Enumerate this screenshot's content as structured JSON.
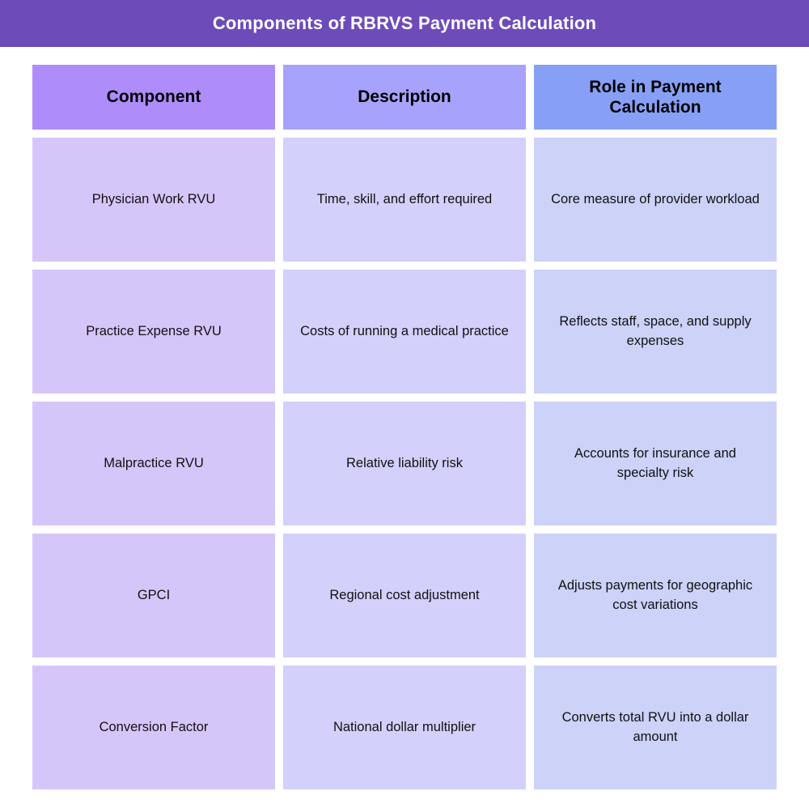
{
  "header": {
    "title": "Components of RBRVS Payment Calculation",
    "bar_color": "#6D4CB9",
    "title_color": "#FFFFFF"
  },
  "table": {
    "columns": [
      {
        "label": "Component",
        "header_color": "#AE8CFA",
        "cell_color": "#D5C6FA"
      },
      {
        "label": "Description",
        "header_color": "#A7A2FB",
        "cell_color": "#D3D0FB"
      },
      {
        "label": "Role in Payment Calculation",
        "header_color": "#87A0F5",
        "cell_color": "#CCD2F8"
      }
    ],
    "rows": [
      {
        "component": "Physician Work RVU",
        "description": "Time, skill, and effort required",
        "role": "Core measure of provider workload"
      },
      {
        "component": "Practice Expense RVU",
        "description": "Costs of running a medical practice",
        "role": "Reflects staff, space, and supply expenses"
      },
      {
        "component": "Malpractice RVU",
        "description": "Relative liability risk",
        "role": "Accounts for insurance and specialty risk"
      },
      {
        "component": "GPCI",
        "description": "Regional cost adjustment",
        "role": "Adjusts payments for geographic cost variations"
      },
      {
        "component": "Conversion Factor",
        "description": "National dollar multiplier",
        "role": "Converts total RVU into a dollar amount"
      }
    ]
  }
}
